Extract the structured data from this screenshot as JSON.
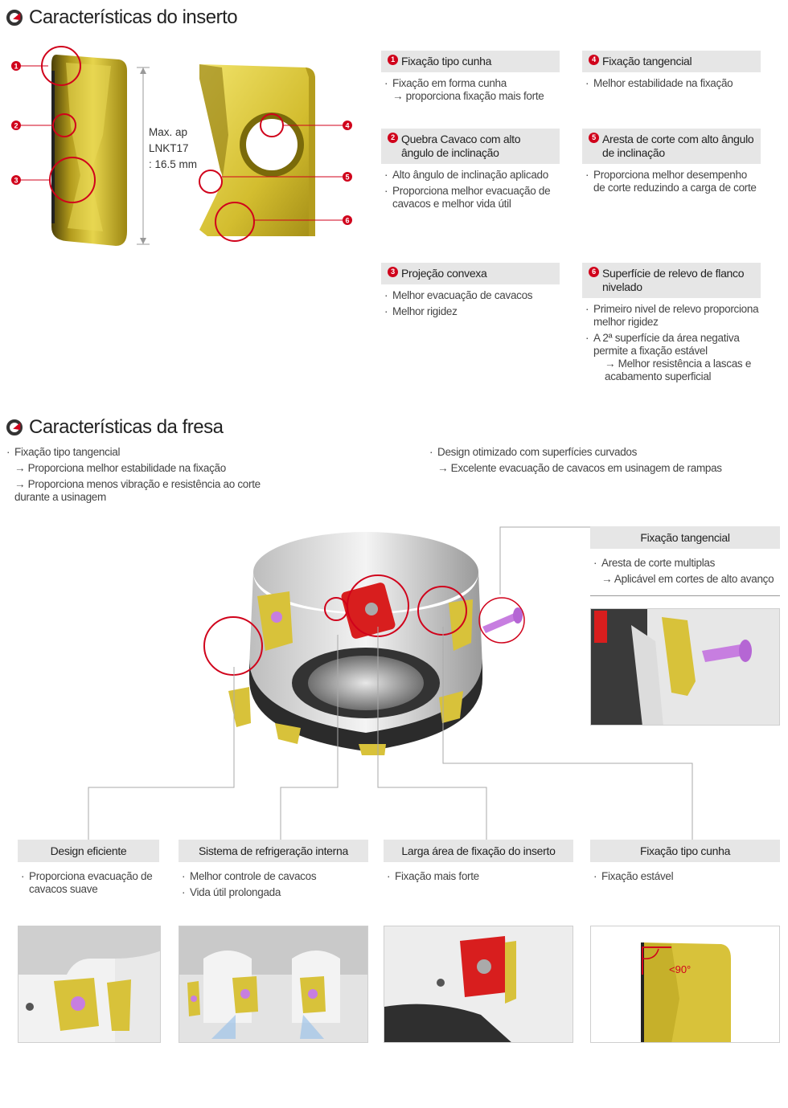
{
  "section1": {
    "title": "Características do inserto"
  },
  "insert_diagram": {
    "markers": [
      "1",
      "2",
      "3",
      "4",
      "5",
      "6"
    ],
    "max_ap_line1": "Max. ap",
    "max_ap_line2": "LNKT17",
    "max_ap_line3": ": 16.5 mm"
  },
  "features": [
    {
      "num": "1",
      "title": "Fixação tipo cunha",
      "lines": [
        {
          "type": "item",
          "text": "Fixação em forma cunha"
        },
        {
          "type": "arrow",
          "text": "→ proporciona fixação mais forte"
        }
      ]
    },
    {
      "num": "4",
      "title": "Fixação tangencial",
      "lines": [
        {
          "type": "item",
          "text": "Melhor estabilidade na fixação"
        }
      ]
    },
    {
      "num": "2",
      "title": "Quebra Cavaco com alto ângulo de inclinação",
      "lines": [
        {
          "type": "item",
          "text": "Alto ângulo de inclinação aplicado"
        },
        {
          "type": "item",
          "text": "Proporciona melhor evacuação de cavacos e melhor vida útil"
        }
      ]
    },
    {
      "num": "5",
      "title": "Aresta de corte com alto ângulo de inclinação",
      "lines": [
        {
          "type": "item",
          "text": "Proporciona melhor desempenho de corte reduzindo a carga de corte"
        }
      ]
    },
    {
      "num": "3",
      "title": "Projeção convexa",
      "lines": [
        {
          "type": "item",
          "text": "Melhor evacuação de cavacos"
        },
        {
          "type": "item",
          "text": "Melhor rigidez"
        }
      ]
    },
    {
      "num": "6",
      "title": "Superfície de relevo de flanco nivelado",
      "lines": [
        {
          "type": "item",
          "text": "Primeiro nivel de relevo proporciona melhor rigidez"
        },
        {
          "type": "item",
          "text": "A 2ª superfície da área negativa permite a fixação estável"
        },
        {
          "type": "arrow2",
          "text": "→ Melhor resistência a lascas e acabamento superficial"
        }
      ]
    }
  ],
  "section2": {
    "title": "Características da fresa",
    "left_lines": [
      {
        "type": "item",
        "text": "Fixação tipo tangencial"
      },
      {
        "type": "arrow",
        "text": "→ Proporciona melhor estabilidade na fixação"
      },
      {
        "type": "arrow",
        "text": "→ Proporciona menos vibração e resistência ao corte durante a usinagem"
      }
    ],
    "right_lines": [
      {
        "type": "item",
        "text": "Design otimizado com superfícies curvados"
      },
      {
        "type": "arrow",
        "text": "→ Excelente evacuação de cavacos em usinagem de rampas"
      }
    ]
  },
  "boxes": {
    "tangential": {
      "title": "Fixação tangencial",
      "lines": [
        {
          "type": "item",
          "text": "Aresta de corte multiplas"
        },
        {
          "type": "arrow",
          "text": "→ Aplicável em cortes de alto avanço"
        }
      ]
    },
    "design": {
      "title": "Design eficiente",
      "lines": [
        {
          "type": "item",
          "text": "Proporciona evacuação de cavacos suave"
        }
      ]
    },
    "coolant": {
      "title": "Sistema de refrigeração interna",
      "lines": [
        {
          "type": "item",
          "text": "Melhor controle de cavacos"
        },
        {
          "type": "item",
          "text": "Vida útil prolongada"
        }
      ]
    },
    "seat": {
      "title": "Larga área de fixação do inserto",
      "lines": [
        {
          "type": "item",
          "text": "Fixação mais forte"
        }
      ]
    },
    "wedge": {
      "title": "Fixação tipo cunha",
      "lines": [
        {
          "type": "item",
          "text": "Fixação estável"
        }
      ]
    }
  },
  "angle_label": "<90°",
  "colors": {
    "accent": "#d0021b",
    "insert_gold": "#d8c23a",
    "red_seat": "#d81e1e",
    "screw": "#c77ee0"
  }
}
